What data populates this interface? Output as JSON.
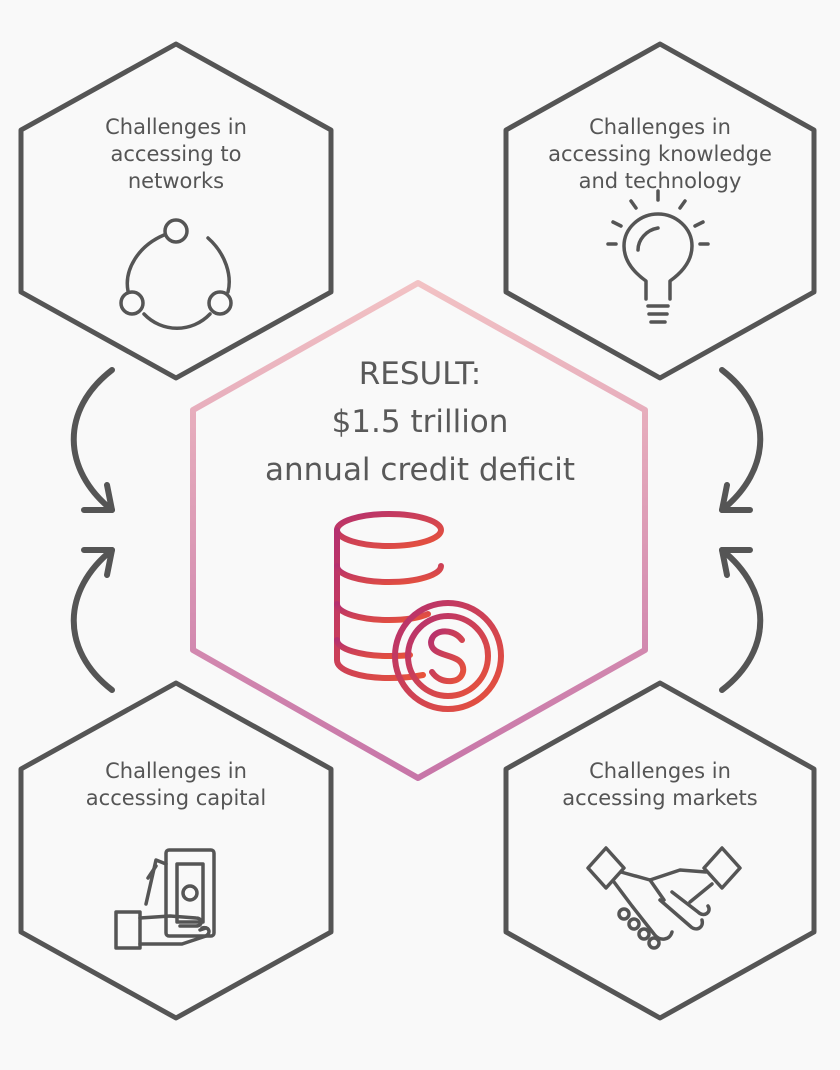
{
  "result": {
    "heading": "RESULT:",
    "amount": "$1.5 trillion",
    "description": "annual credit deficit"
  },
  "challenges": [
    {
      "label": "Challenges in\naccessing to\nnetworks",
      "icon": "network-cycle-icon"
    },
    {
      "label": "Challenges in\naccessing knowledge\nand technology",
      "icon": "lightbulb-icon"
    },
    {
      "label": "Challenges in\naccessing capital",
      "icon": "hand-money-icon"
    },
    {
      "label": "Challenges in\naccessing markets",
      "icon": "handshake-icon"
    }
  ],
  "center_icon": "coin-stack-dollar-icon",
  "colors": {
    "outline": "#555555",
    "text": "#555555",
    "accent_start": "#b5306f",
    "accent_end": "#e8533a",
    "center_hex_start": "#f2c2c4",
    "center_hex_end": "#c775a8",
    "background": "#f9f9f9"
  }
}
